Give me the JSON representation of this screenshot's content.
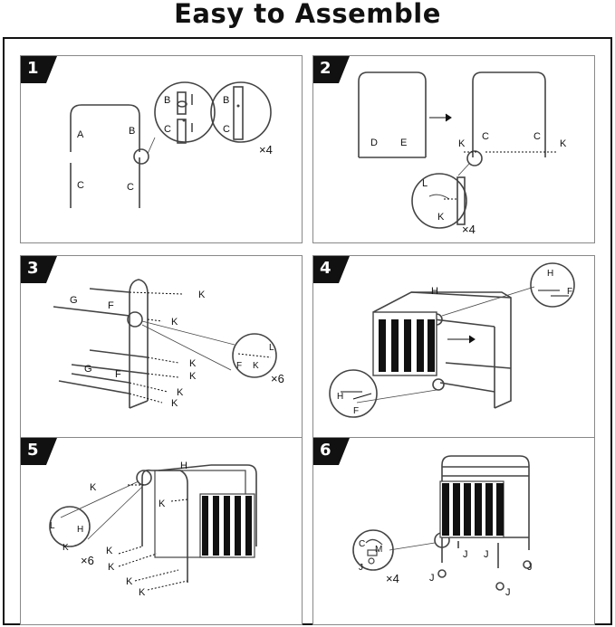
{
  "title": "Easy to Assemble",
  "steps": [
    {
      "number": "1",
      "labels": {
        "a": "A",
        "b": "B",
        "c1": "C",
        "c2": "C",
        "zoom_b1": "B",
        "zoom_c1": "C",
        "zoom_b2": "B",
        "zoom_c2": "C",
        "qty": "×4"
      }
    },
    {
      "number": "2",
      "labels": {
        "d": "D",
        "e": "E",
        "k1": "K",
        "c1": "C",
        "c2": "C",
        "k2": "K",
        "l": "L",
        "k3": "K",
        "qty": "×4"
      }
    },
    {
      "number": "3",
      "labels": {
        "g1": "G",
        "f1": "F",
        "k1": "K",
        "k2": "K",
        "k3": "K",
        "k4": "K",
        "k5": "K",
        "k6": "K",
        "g2": "G",
        "f2": "F",
        "zl": "L",
        "zf": "F",
        "zk": "K",
        "qty": "×6"
      }
    },
    {
      "number": "4",
      "labels": {
        "h": "H",
        "zh1": "H",
        "zf1": "F",
        "zh2": "H",
        "zf2": "F"
      }
    },
    {
      "number": "5",
      "labels": {
        "h": "H",
        "k1": "K",
        "k2": "K",
        "l": "L",
        "zh": "H",
        "zk": "K",
        "k3": "K",
        "k4": "K",
        "k5": "K",
        "k6": "K",
        "qty": "×6"
      }
    },
    {
      "number": "6",
      "labels": {
        "zc": "C",
        "zm": "M",
        "zj": "J",
        "j1": "J",
        "j2": "J",
        "j3": "J",
        "j4": "J",
        "j5": "J",
        "qty": "×4"
      }
    }
  ]
}
